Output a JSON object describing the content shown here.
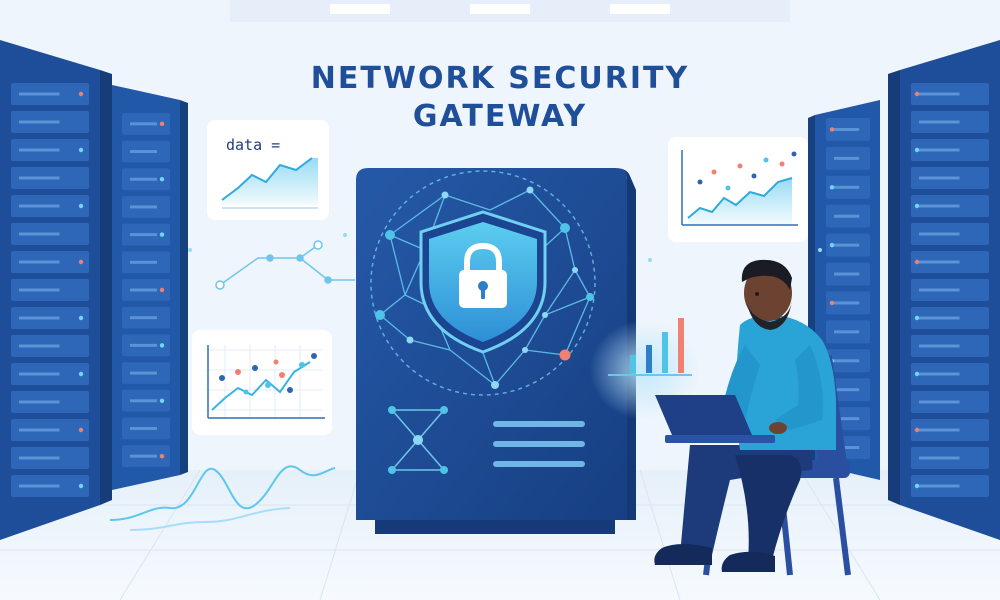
{
  "title": {
    "line1": "NETWORK SECURITY",
    "line2": "GATEWAY"
  },
  "code_card": {
    "label": "data ="
  },
  "icons": {
    "shield": "shield-icon",
    "lock": "lock-icon"
  },
  "colors": {
    "background": "#eef5fc",
    "title": "#1f4f9a",
    "rack": "#1e4e9a",
    "gateway": "#1d4d95",
    "accent_cyan": "#4fc3e8",
    "accent_coral": "#f08070",
    "shirt": "#2aa3d6"
  }
}
